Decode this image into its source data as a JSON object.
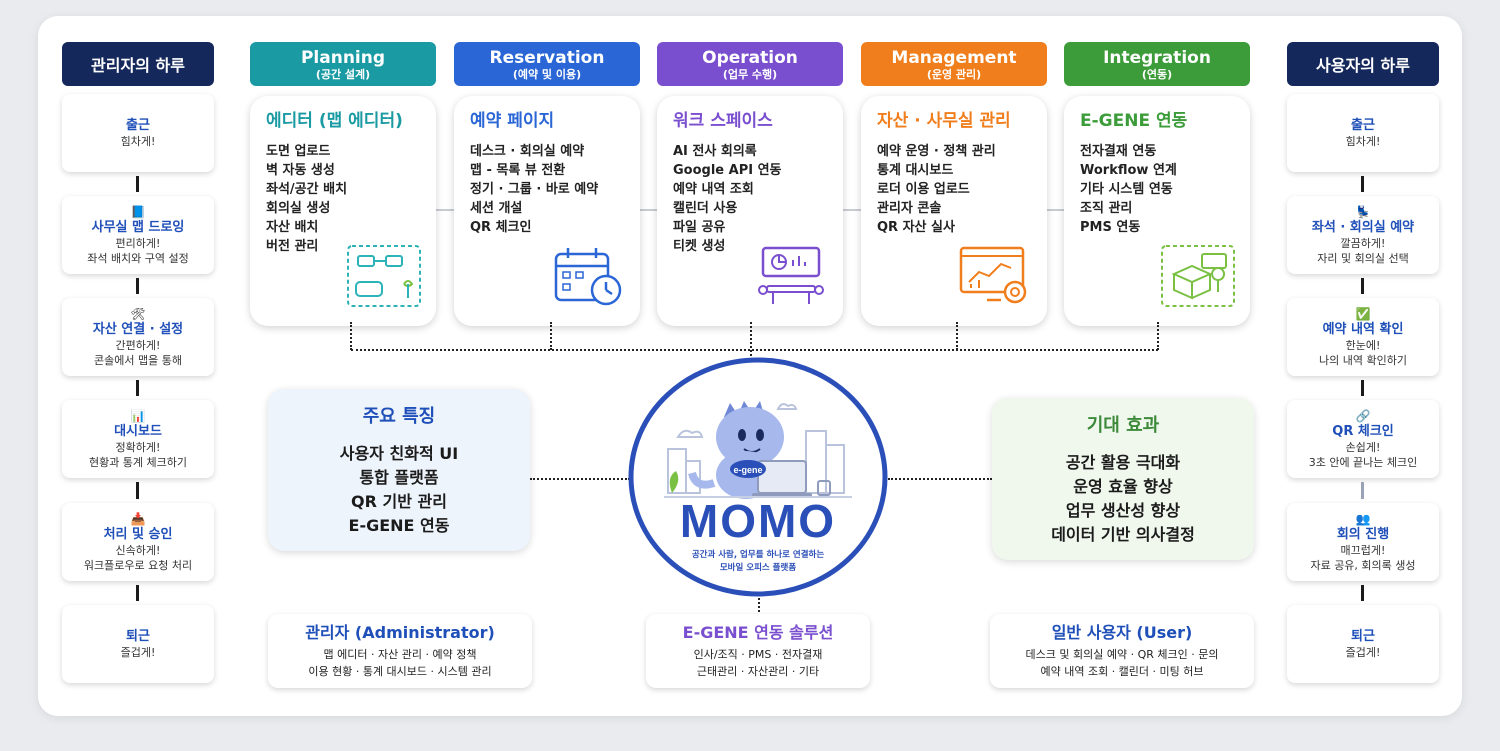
{
  "colors": {
    "navy": "#15285c",
    "planning": "#1a9aa2",
    "reservation": "#2a66d6",
    "operation": "#7a4fcf",
    "management": "#f07e1c",
    "integration": "#3c9c3a",
    "side_title": "#1f4fb8"
  },
  "admin_day": {
    "header": "관리자의 하루",
    "steps": [
      {
        "icon": "",
        "title": "출근",
        "sub1": "힘차게!",
        "sub2": ""
      },
      {
        "icon": "📘",
        "title": "사무실 맵 드로잉",
        "sub1": "편리하게!",
        "sub2": "좌석 배치와 구역 설정"
      },
      {
        "icon": "🛠",
        "title": "자산 연결 · 설정",
        "sub1": "간편하게!",
        "sub2": "콘솔에서 맵을 통해"
      },
      {
        "icon": "📊",
        "title": "대시보드",
        "sub1": "정확하게!",
        "sub2": "현황과 통계 체크하기"
      },
      {
        "icon": "📥",
        "title": "처리 및 승인",
        "sub1": "신속하게!",
        "sub2": "워크플로우로 요청 처리"
      },
      {
        "icon": "",
        "title": "퇴근",
        "sub1": "즐겁게!",
        "sub2": ""
      }
    ]
  },
  "user_day": {
    "header": "사용자의 하루",
    "steps": [
      {
        "icon": "",
        "title": "출근",
        "sub1": "힘차게!",
        "sub2": ""
      },
      {
        "icon": "💺",
        "title": "좌석 · 회의실 예약",
        "sub1": "깔끔하게!",
        "sub2": "자리 및 회의실 선택"
      },
      {
        "icon": "✅",
        "title": "예약 내역 확인",
        "sub1": "한눈에!",
        "sub2": "나의 내역 확인하기"
      },
      {
        "icon": "🔗",
        "title": "QR 체크인",
        "sub1": "손쉽게!",
        "sub2": "3초 안에 끝나는 체크인"
      },
      {
        "icon": "👥",
        "title": "회의 진행",
        "sub1": "매끄럽게!",
        "sub2": "자료 공유, 회의록 생성"
      },
      {
        "icon": "",
        "title": "퇴근",
        "sub1": "즐겁게!",
        "sub2": ""
      }
    ]
  },
  "phases": [
    {
      "en": "Planning",
      "ko": "(공간 설계)",
      "title": "에디터 (맵 에디터)",
      "items": [
        "도면 업로드",
        "벽 자동 생성",
        "좌석/공간 배치",
        "회의실 생성",
        "자산 배치",
        "버전 관리"
      ]
    },
    {
      "en": "Reservation",
      "ko": "(예약 및 이용)",
      "title": "예약 페이지",
      "items": [
        "데스크 · 회의실 예약",
        "맵 - 목록 뷰 전환",
        "정기 · 그룹 · 바로 예약",
        "세션 개설",
        "QR 체크인"
      ]
    },
    {
      "en": "Operation",
      "ko": "(업무 수행)",
      "title": "워크 스페이스",
      "items": [
        "AI 전사 회의록",
        "Google API 연동",
        "예약 내역 조회",
        "캘린더 사용",
        "파일 공유",
        "티켓 생성"
      ]
    },
    {
      "en": "Management",
      "ko": "(운영 관리)",
      "title": "자산 · 사무실 관리",
      "items": [
        "예약 운영 · 정책 관리",
        "통계 대시보드",
        "로더 이용 업로드",
        "관리자 콘솔",
        "QR 자산 실사"
      ]
    },
    {
      "en": "Integration",
      "ko": "(연동)",
      "title": "E-GENE 연동",
      "items": [
        "전자결재 연동",
        "Workflow 연계",
        "기타 시스템 연동",
        "조직 관리",
        "PMS 연동"
      ]
    }
  ],
  "features": {
    "title": "주요 특징",
    "items": [
      "사용자 친화적 UI",
      "통합 플랫폼",
      "QR 기반 관리",
      "E-GENE 연동"
    ]
  },
  "effects": {
    "title": "기대 효과",
    "items": [
      "공간 활용 극대화",
      "운영 효율 향상",
      "업무 생산성 향상",
      "데이터 기반 의사결정"
    ]
  },
  "momo": {
    "badge": "e-gene",
    "name": "MOMO",
    "tagline1": "공간과 사람, 업무를 하나로 연결하는",
    "tagline2": "모바일 오피스 플랫폼"
  },
  "bottom": {
    "admin": {
      "title": "관리자 (Administrator)",
      "line1": "맵 에디터 · 자산 관리 · 예약 정책",
      "line2": "이용 현황 · 통계 대시보드 · 시스템 관리"
    },
    "egene": {
      "title": "E-GENE 연동 솔루션",
      "line1": "인사/조직 · PMS · 전자결재",
      "line2": "근태관리 · 자산관리 · 기타"
    },
    "user": {
      "title": "일반 사용자 (User)",
      "line1": "데스크 및 회의실 예약 · QR 체크인 · 문의",
      "line2": "예약 내역 조회 · 캘린더 · 미팅 허브"
    }
  }
}
